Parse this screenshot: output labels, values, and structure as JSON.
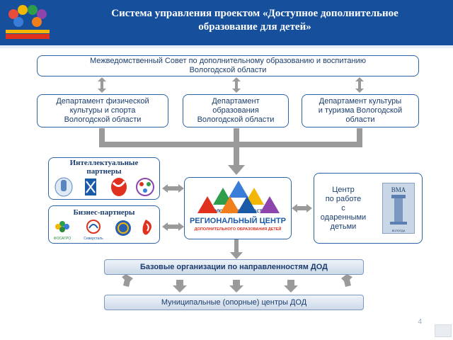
{
  "header": {
    "title_line1": "Система управления проектом «Доступное дополнительное",
    "title_line2": "образование для детей»"
  },
  "council": {
    "line1": "Межведомственный Совет по дополнительному образованию и воспитанию",
    "line2": "Вологодской области"
  },
  "departments": [
    {
      "line1": "Департамент физической",
      "line2": "культуры и спорта",
      "line3": "Вологодской области"
    },
    {
      "line1": "Департамент",
      "line2": "образования",
      "line3": "Вологодской области"
    },
    {
      "line1": "Департамент культуры",
      "line2": "и туризма Вологодской",
      "line3": "области"
    }
  ],
  "intellectual_partners": {
    "title_line1": "Интеллектуальные",
    "title_line2": "партнеры"
  },
  "business_partners": {
    "title": "Бизнес-партнеры",
    "logos": [
      {
        "name": "ФОСАГРО",
        "color": "#2a8a3a"
      },
      {
        "name": "Северсталь",
        "color": "#1b5aa6"
      },
      {
        "name": "",
        "color": "#2a5fb0"
      },
      {
        "name": "",
        "color": "#e0301e"
      }
    ]
  },
  "regional_center": {
    "region": "ВОЛОГОДСКАЯ ОБЛАСТЬ",
    "name": "РЕГИОНАЛЬНЫЙ ЦЕНТР",
    "subtitle": "ДОПОЛНИТЕЛЬНОГО ОБРАЗОВАНИЯ ДЕТЕЙ"
  },
  "gifted_center": {
    "line1": "Центр",
    "line2": "по работе",
    "line3": "с",
    "line4": "одаренными",
    "line5": "детьми",
    "badge": "ВМА",
    "badge_sub": "ВОЛОГДА"
  },
  "base_orgs": "Базовые организации по направленностям ДОД",
  "municipal": "Муниципальные (опорные) центры ДОД",
  "page_number": "4",
  "colors": {
    "header_blue": "#16509c",
    "box_border": "#2d62a8",
    "arrow_gray": "#9a9a9a",
    "text_navy": "#1a3d6e"
  }
}
